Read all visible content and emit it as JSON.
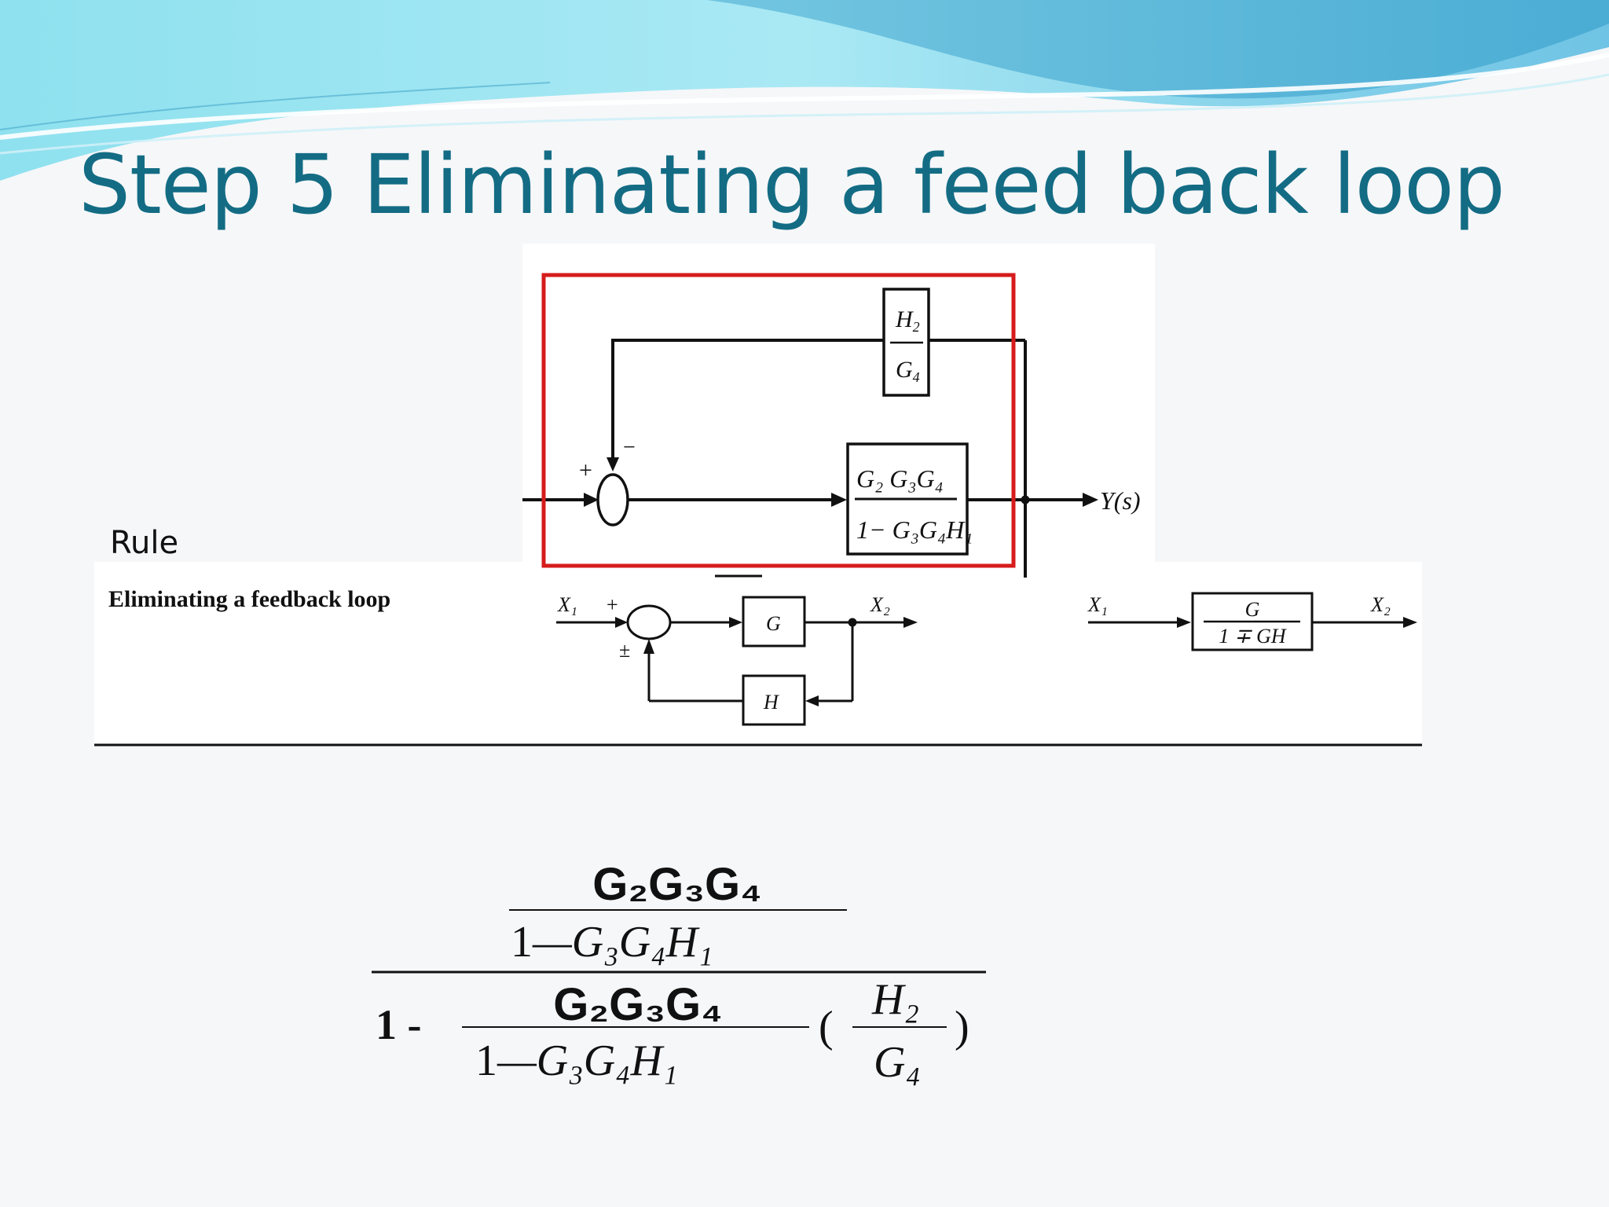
{
  "slide": {
    "title": "Step 5 Eliminating a feed back loop",
    "rule_label": "Rule"
  },
  "top_diagram": {
    "feedback_block": {
      "num": "H",
      "num_sub": "2",
      "den": "G",
      "den_sub": "4"
    },
    "forward_block": {
      "num": "G₂ G₃G₄",
      "den": "1− G₃G₄H₁"
    },
    "plus_sign": "+",
    "minus_sign": "−",
    "output_label": "Y(s)"
  },
  "rule_diagram": {
    "caption": "Eliminating a feedback loop",
    "input_label": "X₁",
    "output_label": "X₂",
    "plus_sign": "+",
    "pm_sign": "±",
    "forward_block": "G",
    "feedback_block": "H",
    "result_input_label": "X₁",
    "result_output_label": "X₂",
    "result_num": "G",
    "result_den": "1 ∓ GH"
  },
  "equation": {
    "inner_num": "G₂G₃G₄",
    "inner_den_one": "1",
    "inner_den_rest": "—G₃G₄H₁",
    "one_minus": "1 -",
    "second_num": "G₂G₃G₄",
    "second_den_one": "1",
    "second_den_rest": "—G₃G₄H₁",
    "paren_open": "(",
    "paren_close": ")",
    "h2": "H₂",
    "g4": "G₄"
  },
  "colors": {
    "title": "#136c84",
    "highlight_box": "#d61c1c",
    "wave_light": "#9fe6f2",
    "wave_mid": "#6cc6e6"
  }
}
